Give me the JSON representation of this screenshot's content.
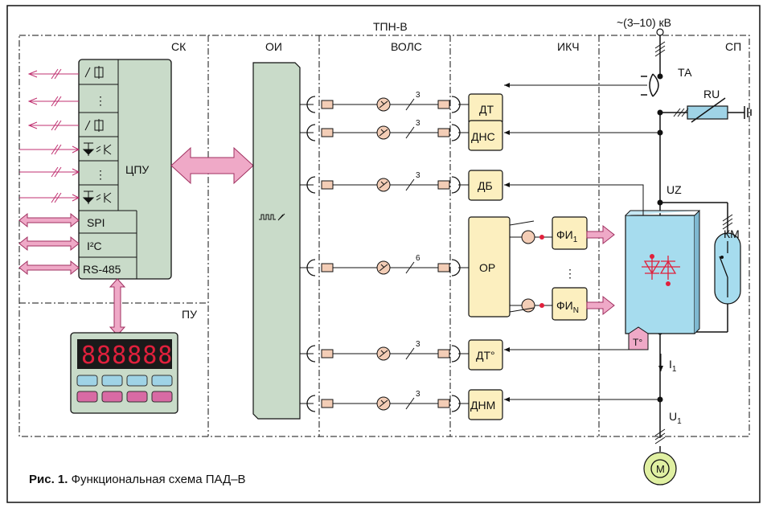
{
  "blocks": {
    "sk": "СК",
    "oi": "ОИ",
    "tpn": "ТПН-В",
    "vols": "ВОЛС",
    "ikch": "ИКЧ",
    "sp": "СП",
    "pu": "ПУ",
    "voltage": "~(3–10) кВ"
  },
  "cpu": {
    "label": "ЦПУ",
    "interfaces": [
      "SPI",
      "I²C",
      "RS-485"
    ]
  },
  "display": {
    "digits": "888888"
  },
  "sensors": [
    "ДТ",
    "ДНС",
    "ДБ",
    "ОР",
    "ДТ°",
    "ДНМ"
  ],
  "fiber_counts": [
    "3",
    "3",
    "3",
    "6",
    "3",
    "3"
  ],
  "pulse_formers": {
    "first": "ФИ",
    "first_sub": "1",
    "last": "ФИ",
    "last_sub": "N"
  },
  "labels": {
    "ta": "ТА",
    "ru": "RU",
    "uz": "UZ",
    "km": "КМ",
    "i1": "I",
    "i1_sub": "1",
    "u1": "U",
    "u1_sub": "1",
    "motor": "M",
    "temp": "T°",
    "dots": "⋮"
  },
  "caption": {
    "prefix": "Рис. 1.",
    "text": " Функциональная схема ПАД–В"
  },
  "colors": {
    "green": "#c9dbc9",
    "yellow": "#fcefbf",
    "blue": "#a6dcee",
    "pink": "#efa9c7",
    "peach": "#f3cdb6",
    "lightgreen": "#e0f0a2",
    "red": "#e0203c"
  }
}
